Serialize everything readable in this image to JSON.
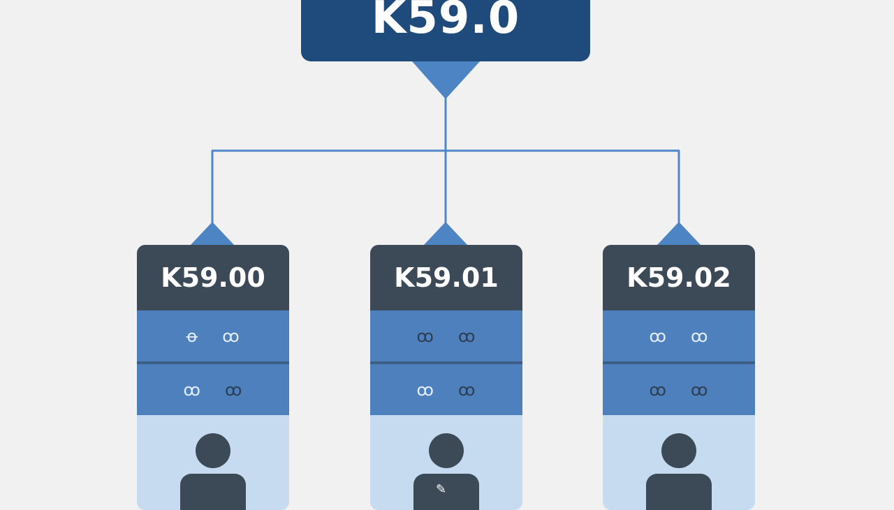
{
  "root": {
    "code": "K59.0"
  },
  "children": [
    {
      "code": "K59.00",
      "row1": [
        "ꝋ",
        "ꝏ"
      ],
      "row2": [
        "ꝏ",
        "ꝏ"
      ]
    },
    {
      "code": "K59.01",
      "row1": [
        "ꝏ",
        "ꝏ"
      ],
      "row2": [
        "ꝏ",
        "ꝏ"
      ]
    },
    {
      "code": "K59.02",
      "row1": [
        "ꝏ",
        "ꝏ"
      ],
      "row2": [
        "ꝏ",
        "ꝏ"
      ]
    }
  ],
  "colors": {
    "root_fill": "#1f4a7c",
    "pointer": "#4d84c4",
    "connector": "#4f86c6",
    "child_header": "#3c4a57",
    "child_row": "#4e80be",
    "child_footer": "#c7dbf0"
  }
}
